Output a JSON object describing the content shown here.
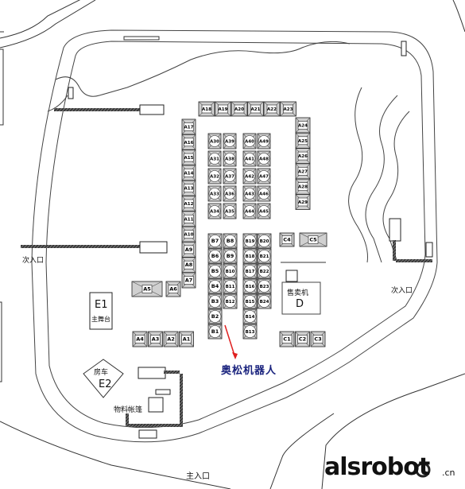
{
  "map": {
    "labels": {
      "secondary_entrance_left": "次入口",
      "secondary_entrance_right": "次入口",
      "main_entrance": "主入口",
      "stage_code": "E1",
      "stage_name": "主舞台",
      "garage_name": "房车",
      "garage_code": "E2",
      "tent_name": "物料帐篷",
      "vending_name": "售卖机",
      "vending_code": "D",
      "exhibitor_name": "奥松机器人",
      "logo_text": "alsrobot",
      "logo_suffix": ".cn"
    },
    "booths": {
      "top_row": [
        "A18",
        "A19",
        "A20",
        "A21",
        "A22",
        "A23"
      ],
      "left_column": [
        "A17",
        "A16",
        "A15",
        "A14",
        "A13",
        "A12",
        "A11",
        "A10",
        "A9",
        "A8",
        "A7"
      ],
      "left_extension": [
        "A5",
        "A6"
      ],
      "right_column": [
        "A24",
        "A25",
        "A26",
        "A27",
        "A28",
        "A29"
      ],
      "inner_col_1": [
        "A30",
        "A31",
        "A32",
        "A33",
        "A34"
      ],
      "inner_col_2": [
        "A39",
        "A38",
        "A37",
        "A36",
        "A35"
      ],
      "inner_col_3": [
        "A40",
        "A41",
        "A42",
        "A43",
        "A44"
      ],
      "inner_col_4": [
        "A49",
        "A48",
        "A47",
        "A46",
        "A45"
      ],
      "b_col_1": [
        "B7",
        "B6",
        "B5",
        "B4",
        "B3",
        "B2",
        "B1"
      ],
      "b_col_2": [
        "B8",
        "B9",
        "B10",
        "B11",
        "B12"
      ],
      "b_col_3": [
        "B19",
        "B18",
        "B17",
        "B16",
        "B15",
        "B14",
        "B13"
      ],
      "b_col_4": [
        "B20",
        "B21",
        "B22",
        "B23",
        "B24"
      ],
      "bottom_row_a": [
        "A4",
        "A3",
        "A2",
        "A1"
      ],
      "c_top": [
        "C4",
        "C5"
      ],
      "c_bottom": [
        "C1",
        "C2",
        "C3"
      ]
    },
    "highlighted_booth": "B1",
    "colors": {
      "line": "#222222",
      "highlight_arrow": "#e02020",
      "exhibitor_text": "#1a237e"
    }
  }
}
